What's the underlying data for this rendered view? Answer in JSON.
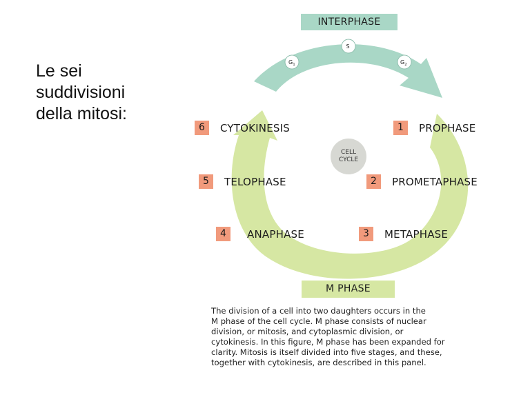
{
  "slide": {
    "title_lines": [
      "Le sei",
      "suddivisioni",
      "della mitosi:"
    ]
  },
  "diagram": {
    "interphase_label": "INTERPHASE",
    "m_phase_label": "M PHASE",
    "center_lines": [
      "CELL",
      "CYCLE"
    ],
    "interphase_markers": [
      {
        "main": "G",
        "sub": "1"
      },
      {
        "main": "S",
        "sub": ""
      },
      {
        "main": "G",
        "sub": "2"
      }
    ],
    "phases": [
      {
        "number": "1",
        "name": "PROPHASE"
      },
      {
        "number": "2",
        "name": "PROMETAPHASE"
      },
      {
        "number": "3",
        "name": "METAPHASE"
      },
      {
        "number": "4",
        "name": "ANAPHASE"
      },
      {
        "number": "5",
        "name": "TELOPHASE"
      },
      {
        "number": "6",
        "name": "CYTOKINESIS"
      }
    ],
    "colors": {
      "interphase_arrow": "#a9d7c6",
      "interphase_banner": "#a9d7c6",
      "m_phase_arrow": "#d6e7a3",
      "m_phase_banner": "#d6e7a3",
      "number_box": "#f19a7c",
      "center_circle": "#d7d8d3"
    }
  },
  "caption": {
    "lines": [
      "The division of a cell into two daughters occurs in the",
      "M phase of the cell cycle. M phase consists of nuclear",
      "division, or mitosis, and cytoplasmic division, or",
      "cytokinesis. In this figure, M phase has been expanded for",
      "clarity. Mitosis is itself divided into five stages, and these,",
      "together with cytokinesis, are described in this panel."
    ]
  }
}
